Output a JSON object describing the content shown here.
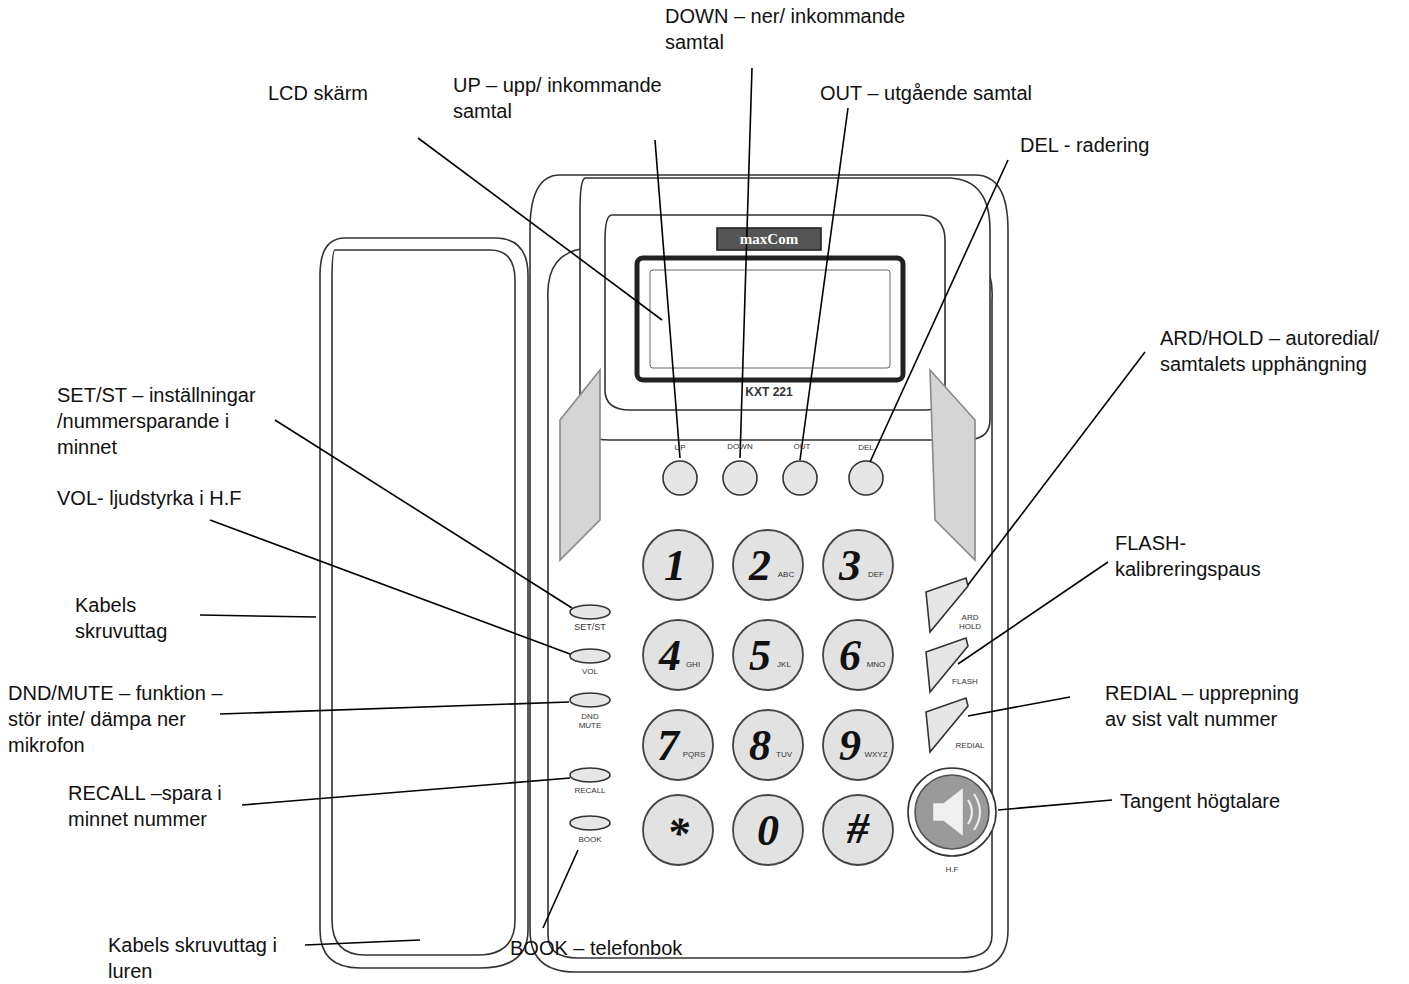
{
  "diagram": {
    "labels": [
      "DOWN – ner/ inkommande samtal",
      "LCD skärm",
      "UP – upp/ inkommande samtal",
      "OUT – utgående samtal",
      "DEL - radering",
      "ARD/HOLD – autoredial/ samtalets upphängning",
      "SET/ST – inställningar /nummersparande i minnet",
      "VOL- ljudstyrka i H.F",
      "FLASH- kalibreringspaus",
      "Kabels skruvuttag",
      "DND/MUTE – funktion – stör inte/ dämpa ner mikrofon",
      "REDIAL – upprepning av sist valt nummer",
      "RECALL –spara i minnet nummer",
      "Tangent högtalare",
      "Kabels skruvuttag i luren",
      "BOOK – telefonbok",
      "maxCom",
      "KXT 221",
      "UP",
      "DOWN",
      "OUT",
      "DEL",
      "1",
      "2",
      "ABC",
      "3",
      "DEF",
      "4",
      "GHI",
      "5",
      "JKL",
      "6",
      "MNO",
      "7",
      "PQRS",
      "8",
      "TUV",
      "9",
      "WXYZ",
      "*",
      "0",
      "#",
      "SET/ST",
      "VOL",
      "DND MUTE",
      "RECALL",
      "BOOK",
      "ARD HOLD",
      "FLASH",
      "REDIAL",
      "H.F"
    ]
  }
}
